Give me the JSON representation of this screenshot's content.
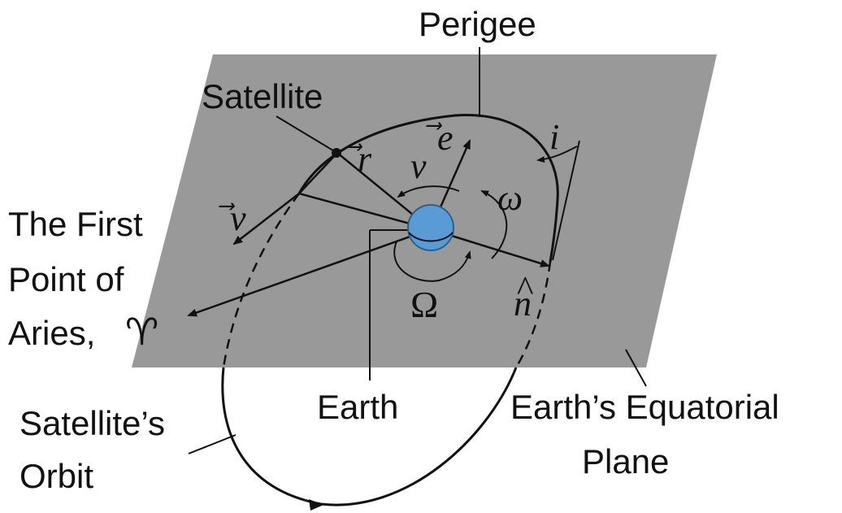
{
  "labels": {
    "perigee": "Perigee",
    "satellite": "Satellite",
    "first_point_line1": "The First",
    "first_point_line2": "Point of",
    "first_point_line3": "Aries,",
    "aries_symbol": "♈",
    "earth": "Earth",
    "orbit_line1": "Satellite’s",
    "orbit_line2": "Orbit",
    "plane_line1": "Earth’s Equatorial",
    "plane_line2": "Plane"
  },
  "symbols": {
    "r_vec": "r",
    "e_vec": "e",
    "v_vec": "v",
    "n_hat": "n",
    "nu": "ν",
    "omega_small": "ω",
    "Omega_big": "Ω",
    "inclination": "i",
    "vec_arrow": "⃗",
    "hat": "^"
  },
  "colors": {
    "plane": "#999999",
    "earth": "#5b9bd5",
    "earth_stroke": "#2e5f8a",
    "ink": "#111111"
  }
}
